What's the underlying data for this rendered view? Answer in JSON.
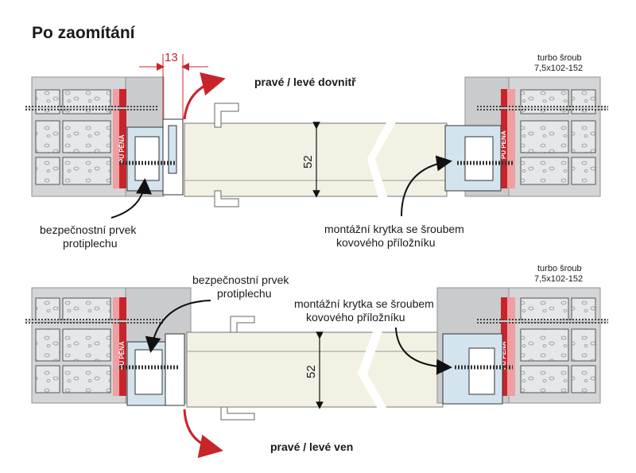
{
  "title": "Po zaomítání",
  "dimension_gap": "13",
  "top_view": {
    "direction_label": "pravé / levé dovnitř",
    "screw_label_line1": "turbo šroub",
    "screw_label_line2": "7,5x102-152",
    "thickness": "52",
    "foam_label": "PU PĚNA",
    "left_callout_line1": "bezpečnostní prvek",
    "left_callout_line2": "protiplechu",
    "right_callout_line1": "montážní krytka se šroubem",
    "right_callout_line2": "kovového příložníku"
  },
  "bottom_view": {
    "direction_label": "pravé / levé ven",
    "screw_label_line1": "turbo šroub",
    "screw_label_line2": "7,5x102-152",
    "thickness": "52",
    "foam_label": "PU PĚNA",
    "left_callout_line1": "bezpečnostní prvek",
    "left_callout_line2": "protiplechu",
    "right_callout_line1": "montážní krytka se šroubem",
    "right_callout_line2": "kovového příložníku"
  },
  "colors": {
    "wall": "#c9cbcd",
    "wall_dark": "#8f9295",
    "foam": "#c8252b",
    "foam_light": "#ef9ea1",
    "door_leaf": "#f3f1e4",
    "profile": "#d3e4ef",
    "accent_red": "#c8252b"
  }
}
